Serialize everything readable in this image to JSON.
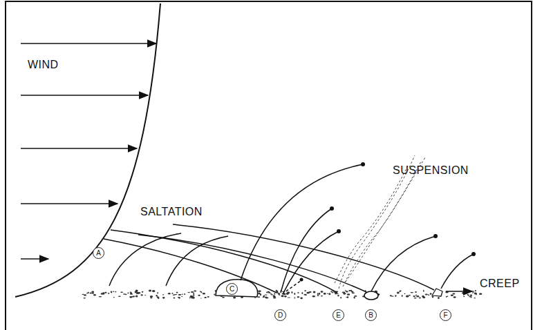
{
  "diagram": {
    "nodes": [
      {
        "text": [
          "A"
        ]
      },
      {
        "text": [
          "C"
        ]
      },
      {
        "text": [
          "D"
        ]
      },
      {
        "text": [
          "E"
        ]
      },
      {
        "text": [
          "B"
        ]
      },
      {
        "text": [
          "F"
        ]
      }
    ],
    "labels": [
      "WIND",
      "SALTATION",
      "SUSPENSION",
      "CREEP"
    ]
  }
}
